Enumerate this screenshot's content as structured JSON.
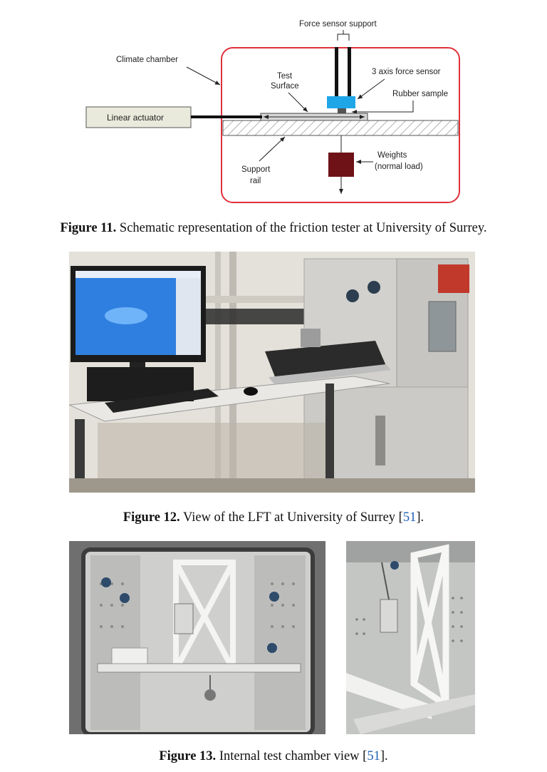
{
  "figure11": {
    "labels": {
      "force_sensor_support": "Force sensor support",
      "climate_chamber": "Climate chamber",
      "test_surface_1": "Test",
      "test_surface_2": "Surface",
      "three_axis_sensor": "3 axis force sensor",
      "rubber_sample": "Rubber sample",
      "linear_actuator": "Linear actuator",
      "weights_1": "Weights",
      "weights_2": "(normal load)",
      "support_rail_1": "Support",
      "support_rail_2": "rail"
    },
    "colors": {
      "chamber": "#e0303a",
      "sensor": "#1ea6e8",
      "weights": "#6e1218",
      "actuator": "#e9eadb"
    },
    "caption": {
      "label": "Figure 11.",
      "text": " Schematic representation of the friction tester at University of Surrey."
    }
  },
  "figure12": {
    "caption": {
      "label": "Figure 12.",
      "text": " View of the LFT at University of Surrey [",
      "ref": "51",
      "end": "]."
    }
  },
  "figure13": {
    "caption": {
      "label": "Figure 13.",
      "text": " Internal test chamber view [",
      "ref": "51",
      "end": "]."
    }
  }
}
